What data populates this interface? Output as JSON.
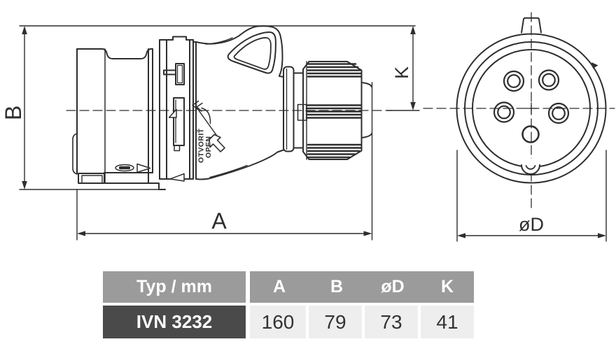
{
  "page": {
    "background": "#ffffff",
    "line_color": "#2e2e2e"
  },
  "drawing": {
    "dimension_labels": {
      "a": "A",
      "b": "B",
      "k": "K",
      "d": "øD"
    },
    "plug_markings": {
      "open_local": "OTVORIŤ",
      "open_en": "OPEN"
    }
  },
  "table": {
    "type_header": "Typ / mm",
    "columns": [
      "A",
      "B",
      "øD",
      "K"
    ],
    "rows": [
      {
        "type": "IVN 3232",
        "values": [
          "160",
          "79",
          "73",
          "41"
        ]
      }
    ],
    "colors": {
      "header_bg": "#9b9b9b",
      "type_bg": "#4a4a4a",
      "cell_bg": "#eeeeee",
      "header_text": "#ffffff",
      "cell_text": "#333333"
    }
  }
}
